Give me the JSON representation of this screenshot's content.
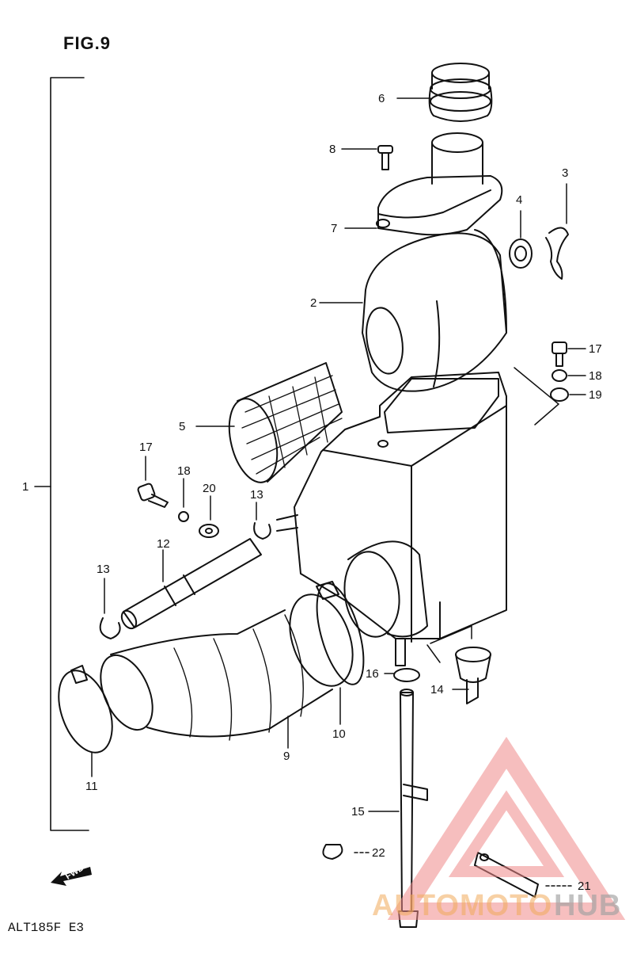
{
  "figure": {
    "title": "FIG.9",
    "model_code": "ALT185F E3",
    "fwd_label": "FWD"
  },
  "watermark": {
    "text_primary": "AUTOMOTO",
    "text_secondary": "HUB",
    "color_primary": "#f08a8a",
    "color_secondary": "#9a9a9a"
  },
  "callouts": {
    "c1": "1",
    "c2": "2",
    "c3": "3",
    "c4": "4",
    "c5": "5",
    "c6": "6",
    "c7": "7",
    "c8": "8",
    "c9": "9",
    "c10": "10",
    "c11": "11",
    "c12": "12",
    "c13a": "13",
    "c13b": "13",
    "c14": "14",
    "c15": "15",
    "c16": "16",
    "c17a": "17",
    "c17b": "17",
    "c18a": "18",
    "c18b": "18",
    "c19": "19",
    "c20": "20",
    "c21": "21",
    "c22": "22"
  }
}
